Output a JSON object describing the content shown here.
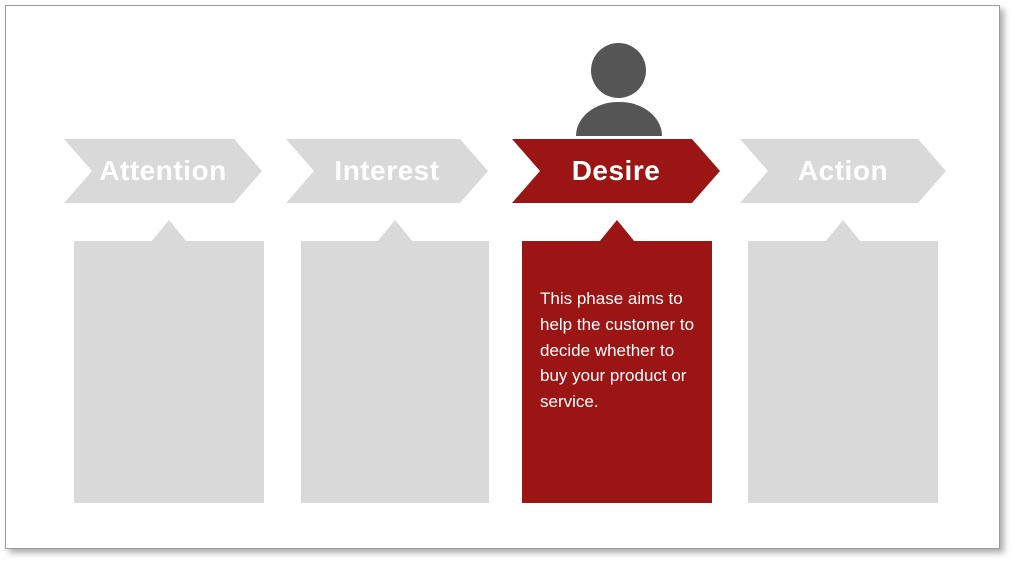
{
  "slide": {
    "background_color": "#ffffff",
    "accent_color": "#9b1515",
    "inactive_color": "#d9d9d9",
    "icon_color": "#555555"
  },
  "persona_icon": {
    "name": "person-icon",
    "color": "#555555"
  },
  "stages": [
    {
      "id": "attention",
      "label": "Attention",
      "active": false,
      "body_text": ""
    },
    {
      "id": "interest",
      "label": "Interest",
      "active": false,
      "body_text": ""
    },
    {
      "id": "desire",
      "label": "Desire",
      "active": true,
      "body_text": "This phase aims to help the customer to decide whether to buy your product or service."
    },
    {
      "id": "action",
      "label": "Action",
      "active": false,
      "body_text": ""
    }
  ]
}
